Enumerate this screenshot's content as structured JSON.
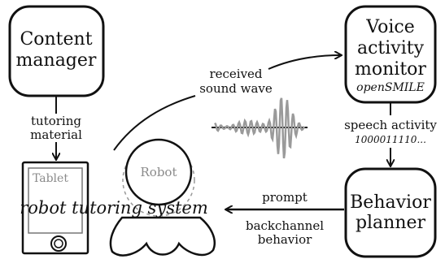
{
  "nodes": {
    "content_manager": {
      "line1": "Content",
      "line2": "manager"
    },
    "voice_activity_monitor": {
      "line1": "Voice",
      "line2": "activity",
      "line3": "monitor",
      "tool": "openSMILE"
    },
    "behavior_planner": {
      "line1": "Behavior",
      "line2": "planner"
    },
    "tablet": {
      "label": "Tablet"
    },
    "robot": {
      "label": "Robot"
    },
    "system": {
      "label": "robot tutoring system"
    }
  },
  "edges": {
    "tutoring_material": {
      "line1": "tutoring",
      "line2": "material"
    },
    "received_sound_wave": {
      "line1": "received",
      "line2": "sound wave"
    },
    "speech_activity": {
      "line1": "speech activity",
      "line2": "1000011110..."
    },
    "prompt": {
      "label": "prompt"
    },
    "backchannel_behavior": {
      "line1": "backchannel",
      "line2": "behavior"
    }
  },
  "colors": {
    "stroke": "#111111",
    "wave": "#9a9a9a",
    "robot_gray": "#8a8a8a"
  }
}
